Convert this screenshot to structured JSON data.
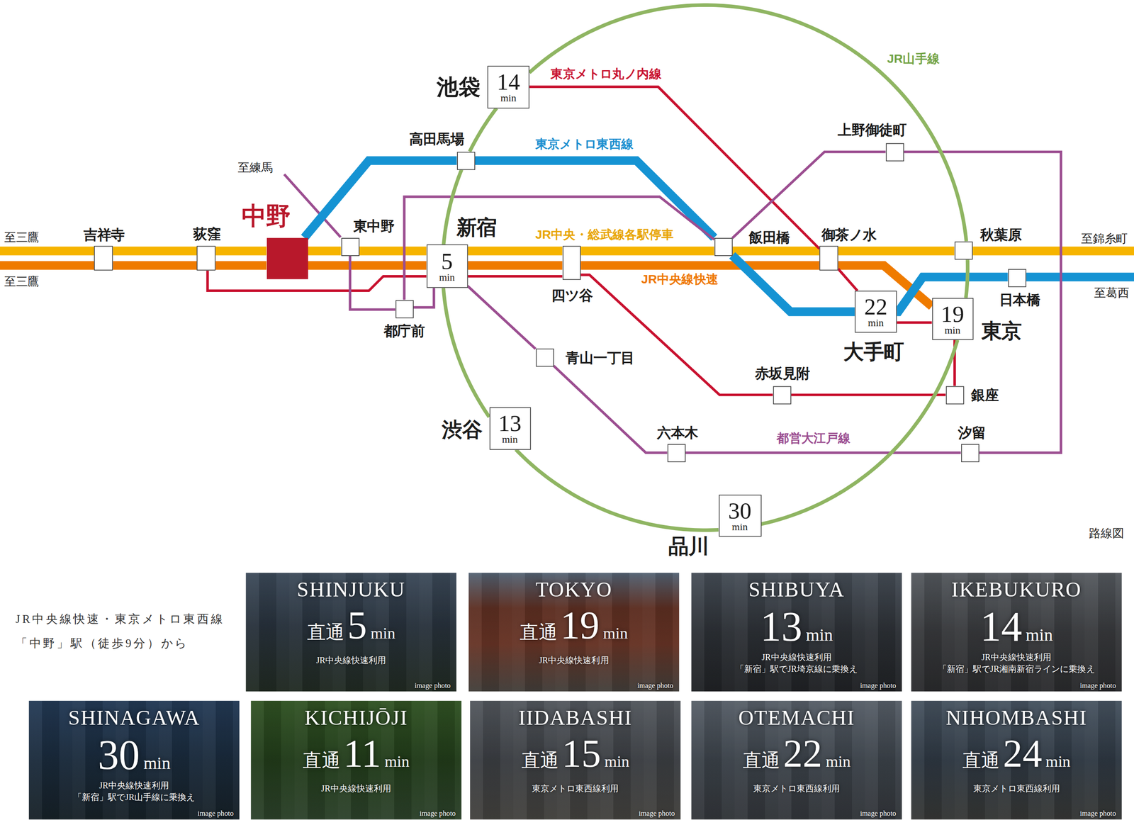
{
  "diagram": {
    "nodes": [
      {
        "text": [
          "吉祥寺"
        ]
      },
      {
        "text": [
          "荻窪"
        ]
      },
      {
        "text": [
          "中野"
        ]
      },
      {
        "text": [
          "東中野"
        ]
      },
      {
        "text": [
          "新宿",
          "5",
          "min"
        ]
      },
      {
        "text": [
          "都庁前"
        ]
      },
      {
        "text": [
          "高田馬場"
        ]
      },
      {
        "text": [
          "池袋",
          "14",
          "min"
        ]
      },
      {
        "text": [
          "四ツ谷"
        ]
      },
      {
        "text": [
          "青山一丁目"
        ]
      },
      {
        "text": [
          "渋谷",
          "13",
          "min"
        ]
      },
      {
        "text": [
          "飯田橋"
        ]
      },
      {
        "text": [
          "御茶ノ水"
        ]
      },
      {
        "text": [
          "上野御徒町"
        ]
      },
      {
        "text": [
          "秋葉原"
        ]
      },
      {
        "text": [
          "大手町",
          "22",
          "min"
        ]
      },
      {
        "text": [
          "東京",
          "19",
          "min"
        ]
      },
      {
        "text": [
          "日本橋"
        ]
      },
      {
        "text": [
          "赤坂見附"
        ]
      },
      {
        "text": [
          "銀座"
        ]
      },
      {
        "text": [
          "六本木"
        ]
      },
      {
        "text": [
          "汐留"
        ]
      },
      {
        "text": [
          "品川",
          "30",
          "min"
        ]
      },
      {
        "text": [
          "SHINJUKU",
          "直通",
          "5",
          "min",
          "JR中央線快速利用",
          "image photo"
        ]
      },
      {
        "text": [
          "TOKYO",
          "直通",
          "19",
          "min",
          "JR中央線快速利用",
          "image photo"
        ]
      },
      {
        "text": [
          "SHIBUYA",
          "13",
          "min",
          "JR中央線快速利用 「新宿」駅でJR埼京線に乗換え",
          "image photo"
        ]
      },
      {
        "text": [
          "IKEBUKURO",
          "14",
          "min",
          "JR中央線快速利用 「新宿」駅でJR湘南新宿ラインに乗換え",
          "image photo"
        ]
      },
      {
        "text": [
          "SHINAGAWA",
          "30",
          "min",
          "JR中央線快速利用 「新宿」駅でJR山手線に乗換え",
          "image photo"
        ]
      },
      {
        "text": [
          "KICHIJŌJI",
          "直通",
          "11",
          "min",
          "JR中央線快速利用",
          "image photo"
        ]
      },
      {
        "text": [
          "IIDABASHI",
          "直通",
          "15",
          "min",
          "東京メトロ東西線利用",
          "image photo"
        ]
      },
      {
        "text": [
          "OTEMACHI",
          "直通",
          "22",
          "min",
          "東京メトロ東西線利用",
          "image photo"
        ]
      },
      {
        "text": [
          "NIHOMBASHI",
          "直通",
          "24",
          "min",
          "東京メトロ東西線利用",
          "image photo"
        ]
      }
    ],
    "edges": [
      {
        "from": 0,
        "to": 1,
        "arrow": "none"
      },
      {
        "from": 1,
        "to": 2,
        "arrow": "none"
      },
      {
        "from": 2,
        "to": 3,
        "arrow": "none"
      },
      {
        "from": 3,
        "to": 4,
        "arrow": "none"
      },
      {
        "from": 4,
        "to": 8,
        "arrow": "none"
      },
      {
        "from": 8,
        "to": 11,
        "arrow": "none"
      },
      {
        "from": 11,
        "to": 12,
        "arrow": "none"
      },
      {
        "from": 12,
        "to": 14,
        "arrow": "none"
      },
      {
        "from": 0,
        "to": 1,
        "arrow": "none"
      },
      {
        "from": 1,
        "to": 2,
        "arrow": "none"
      },
      {
        "from": 2,
        "to": 4,
        "arrow": "none"
      },
      {
        "from": 4,
        "to": 8,
        "arrow": "none"
      },
      {
        "from": 8,
        "to": 12,
        "arrow": "none"
      },
      {
        "from": 12,
        "to": 16,
        "arrow": "none"
      },
      {
        "from": 2,
        "to": 6,
        "arrow": "none"
      },
      {
        "from": 6,
        "to": 11,
        "arrow": "none"
      },
      {
        "from": 11,
        "to": 15,
        "arrow": "none"
      },
      {
        "from": 15,
        "to": 17,
        "arrow": "none"
      },
      {
        "from": 1,
        "to": 4,
        "arrow": "none"
      },
      {
        "from": 4,
        "to": 8,
        "arrow": "none"
      },
      {
        "from": 8,
        "to": 18,
        "arrow": "none"
      },
      {
        "from": 18,
        "to": 19,
        "arrow": "none"
      },
      {
        "from": 19,
        "to": 16,
        "arrow": "none"
      },
      {
        "from": 16,
        "to": 15,
        "arrow": "none"
      },
      {
        "from": 15,
        "to": 12,
        "arrow": "none"
      },
      {
        "from": 12,
        "to": 7,
        "arrow": "none"
      },
      {
        "from": 3,
        "to": 5,
        "arrow": "none"
      },
      {
        "from": 5,
        "to": 11,
        "arrow": "none"
      },
      {
        "from": 11,
        "to": 13,
        "arrow": "none"
      },
      {
        "from": 13,
        "to": 21,
        "arrow": "none"
      },
      {
        "from": 21,
        "to": 20,
        "arrow": "none"
      },
      {
        "from": 20,
        "to": 9,
        "arrow": "none"
      },
      {
        "from": 9,
        "to": 4,
        "arrow": "none"
      },
      {
        "from": 4,
        "to": 5,
        "arrow": "none"
      },
      {
        "from": 7,
        "to": 14,
        "arrow": "none"
      },
      {
        "from": 14,
        "to": 16,
        "arrow": "none"
      },
      {
        "from": 16,
        "to": 22,
        "arrow": "none"
      },
      {
        "from": 22,
        "to": 10,
        "arrow": "none"
      },
      {
        "from": 10,
        "to": 4,
        "arrow": "none"
      },
      {
        "from": 4,
        "to": 6,
        "arrow": "none"
      },
      {
        "from": 6,
        "to": 7,
        "arrow": "none"
      }
    ],
    "labels": [
      "東京メトロ丸ノ内線",
      "JR山手線",
      "東京メトロ東西線",
      "至練馬",
      "至三鷹",
      "JR中央・総武線各駅停車",
      "至錦糸町",
      "至三鷹",
      "JR中央線快速",
      "至葛西",
      "都営大江戸線",
      "路線図",
      "JR中央線快速・東京メトロ東西線 「中野」駅（徒歩9分）から"
    ]
  }
}
